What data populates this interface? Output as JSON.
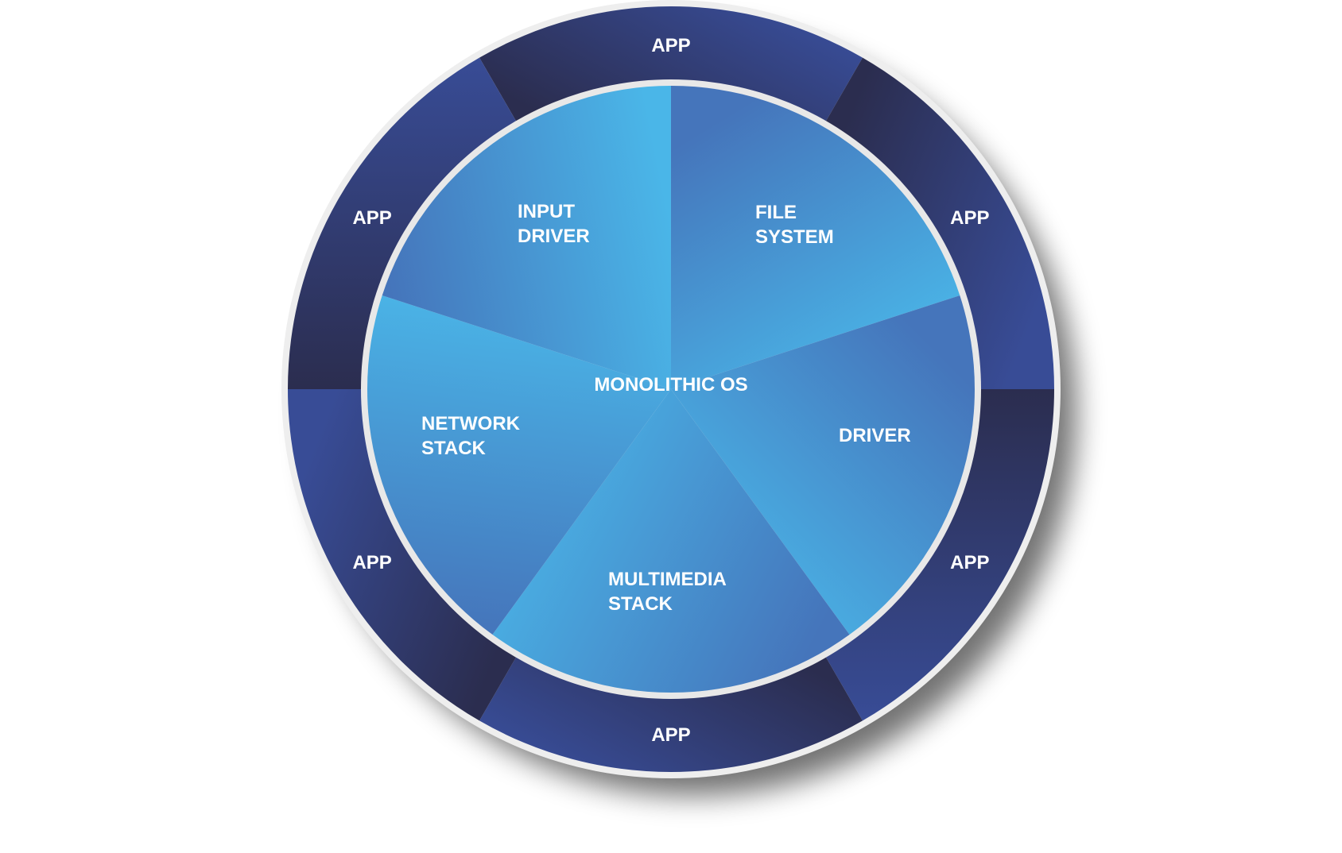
{
  "title": "MONOLITHIC OS",
  "apps": [
    "APP",
    "APP",
    "APP",
    "APP",
    "APP",
    "APP"
  ],
  "components": [
    {
      "lines": [
        "FILE",
        "SYSTEM"
      ]
    },
    {
      "lines": [
        "DRIVER"
      ]
    },
    {
      "lines": [
        "MULTIMEDIA",
        "STACK"
      ]
    },
    {
      "lines": [
        "NETWORK",
        "STACK"
      ]
    },
    {
      "lines": [
        "INPUT",
        "DRIVER"
      ]
    }
  ],
  "colors": {
    "ring_dark": "#2b2d4f",
    "ring_light": "#384c96",
    "slice_dark": "#4575bb",
    "slice_light": "#4ab6e8"
  }
}
